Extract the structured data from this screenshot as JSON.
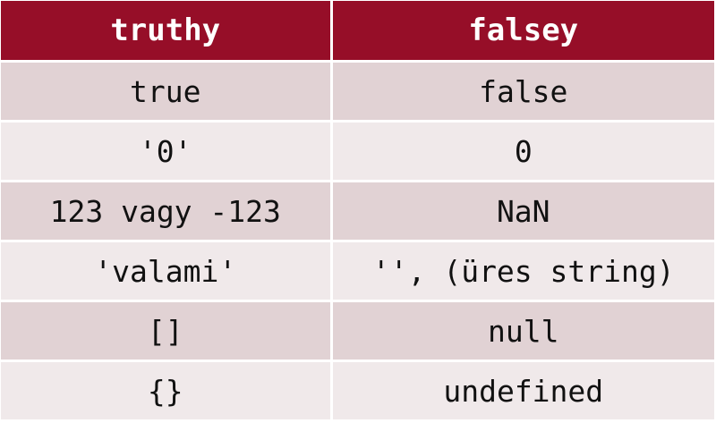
{
  "table": {
    "headers": [
      "truthy",
      "falsey"
    ],
    "rows": [
      [
        "true",
        "false"
      ],
      [
        "'0'",
        "0"
      ],
      [
        "123 vagy -123",
        "NaN"
      ],
      [
        "'valami'",
        "'', (üres string)"
      ],
      [
        "[]",
        "null"
      ],
      [
        "{}",
        "undefined"
      ]
    ],
    "colors": {
      "header_bg": "#960e28",
      "row_dark": "#e1d2d4",
      "row_light": "#f0e9ea"
    }
  }
}
